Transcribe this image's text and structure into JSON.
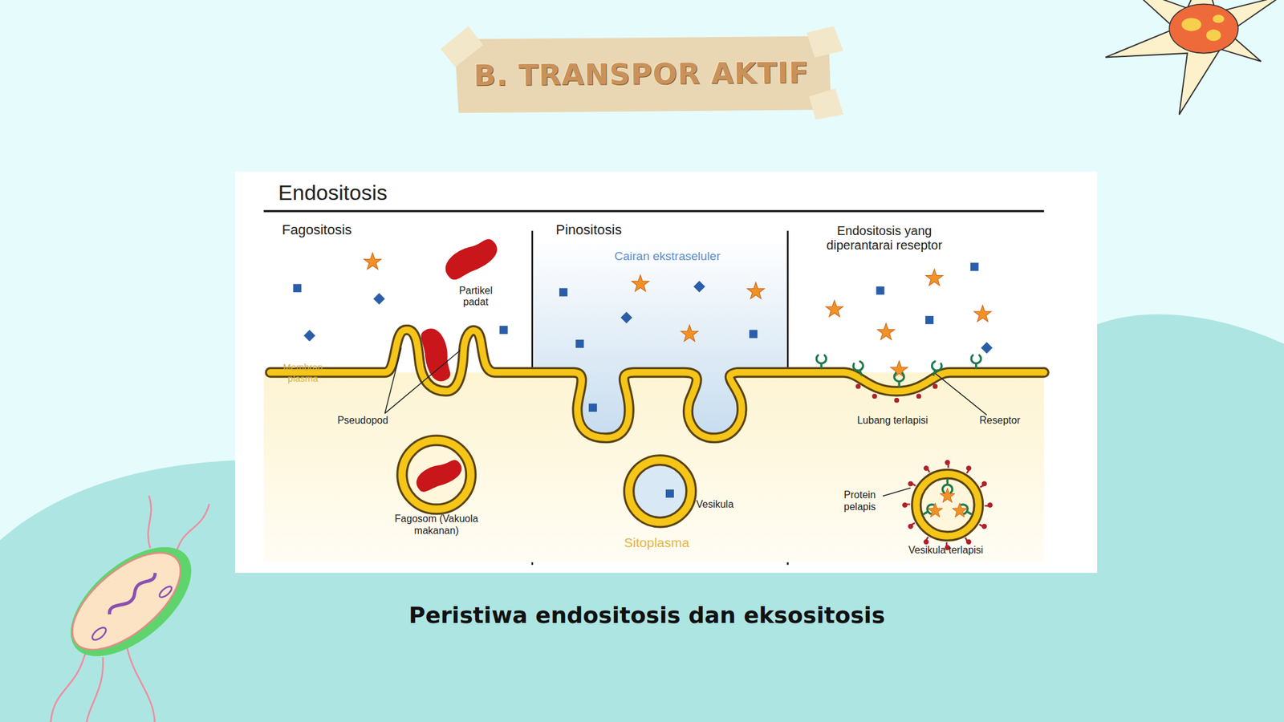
{
  "diagram": {
    "title": "B. TRANSPOR AKTIF",
    "caption": "Peristiwa endositosis dan eksositosis",
    "nodes": [
      {
        "text": [
          "Endositosis"
        ]
      }
    ],
    "labels": [
      "Fagositosis",
      "Pinositosis",
      "Endositosis yang diperantarai reseptor",
      "Partikel padat",
      "Membran plasma",
      "Pseudopod",
      "Fagosom (Vakuola makanan)",
      "Cairan ekstraseluler",
      "Vesikula",
      "Sitoplasma",
      "Lubang terlapisi",
      "Reseptor",
      "Protein pelapis",
      "Vesikula terlapisi"
    ]
  }
}
